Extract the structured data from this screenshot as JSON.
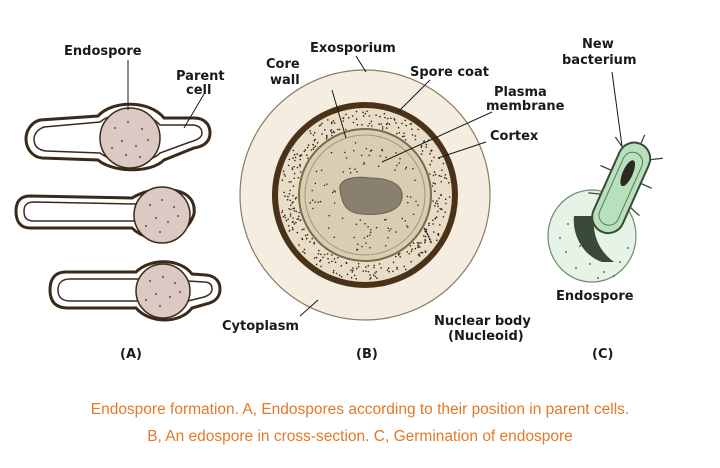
{
  "panel_a": {
    "label_endospore": "Endospore",
    "label_parent_cell_line1": "Parent",
    "label_parent_cell_line2": "cell",
    "panel_label": "(A)"
  },
  "panel_b": {
    "label_core_wall_line1": "Core",
    "label_core_wall_line2": "wall",
    "label_exosporium": "Exosporium",
    "label_spore_coat": "Spore coat",
    "label_plasma_membrane_line1": "Plasma",
    "label_plasma_membrane_line2": "membrane",
    "label_cortex": "Cortex",
    "label_cytoplasm": "Cytoplasm",
    "label_nuclear_body_line1": "Nuclear body",
    "label_nuclear_body_line2": "(Nucleoid)",
    "panel_label": "(B)"
  },
  "panel_c": {
    "label_new_bacterium_line1": "New",
    "label_new_bacterium_line2": "bacterium",
    "label_endospore": "Endospore",
    "panel_label": "(C)"
  },
  "caption": {
    "line1": "Endospore formation. A, Endospores according to their position in parent cells.",
    "line2": "B, An edospore in cross-section. C, Germination of endospore"
  },
  "colors": {
    "outline": "#3a2a1a",
    "spore_fill": "#dcc9c3",
    "exosporium_fill": "#f4ede0",
    "cortex_fill": "#e8ddc6",
    "spore_coat": "#4a3218",
    "core_fill": "#d9cdb3",
    "nucleoid": "#8a8070",
    "bacterium_fill": "#b9e0bd",
    "endospore_c_fill": "#e6f3e6",
    "caption": "#e07a2a"
  }
}
